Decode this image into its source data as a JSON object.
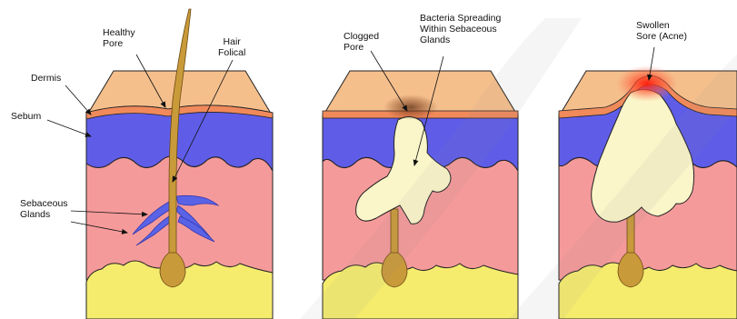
{
  "labels": {
    "healthy_pore": [
      "Healthy",
      "Pore"
    ],
    "hair_folical": [
      "Hair",
      "Folical"
    ],
    "dermis": "Dermis",
    "sebum": "Sebum",
    "sebaceous_glands": [
      "Sebaceous",
      "Glands"
    ],
    "clogged_pore": [
      "Clogged",
      "Pore"
    ],
    "bacteria_spreading": [
      "Bacteria Spreading",
      "Within Sebaceous",
      "Glands"
    ],
    "swollen_sore": [
      "Swollen",
      "Sore (Acne)"
    ]
  },
  "colors": {
    "skin_top": "#f5bf8c",
    "skin_edge": "#f08a5b",
    "sebum_layer": "#5f5de8",
    "dermis_layer": "#f59a9a",
    "fat_layer": "#f5ec6e",
    "hair": "#c99a3a",
    "gland": "#5a63e6",
    "pus": "#fbf6c9",
    "inflammation": "#ff2e1a"
  }
}
